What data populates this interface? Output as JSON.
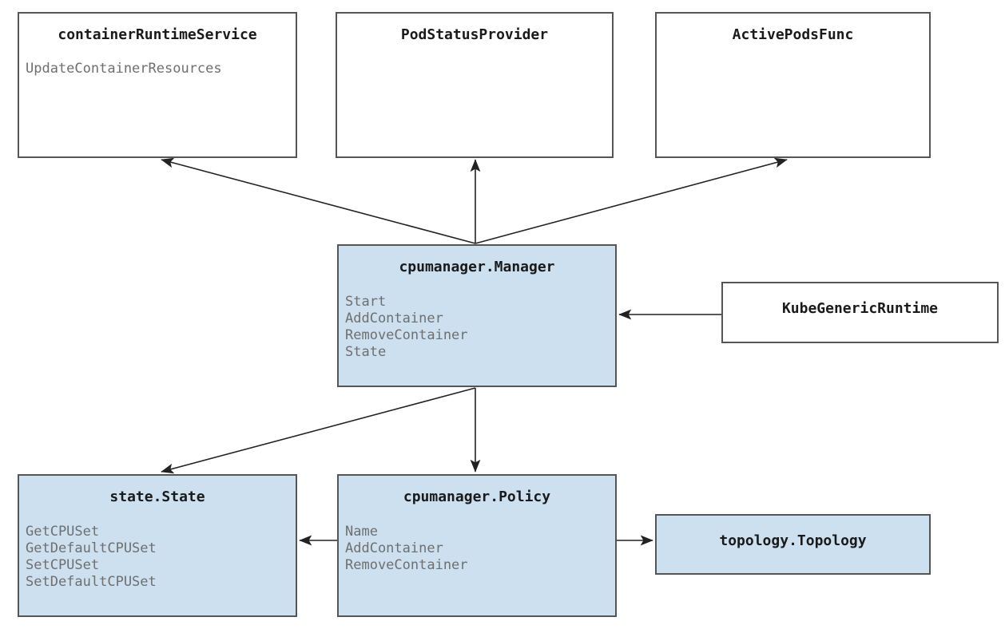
{
  "diagram": {
    "type": "uml-class-diagram",
    "colors": {
      "node_fill_plain": "#ffffff",
      "node_fill_highlight": "#cce0f0",
      "node_border": "#555555",
      "title_text": "#1a1a1a",
      "method_text": "#6f6f6f",
      "arrow": "#333333",
      "canvas": "#ffffff"
    },
    "nodes": [
      {
        "id": "container-runtime-service",
        "title": "containerRuntimeService",
        "methods": [
          "UpdateContainerResources"
        ],
        "highlighted": false
      },
      {
        "id": "pod-status-provider",
        "title": "PodStatusProvider",
        "methods": [],
        "highlighted": false
      },
      {
        "id": "active-pods-func",
        "title": "ActivePodsFunc",
        "methods": [],
        "highlighted": false
      },
      {
        "id": "cpumanager-manager",
        "title": "cpumanager.Manager",
        "methods": [
          "Start",
          "AddContainer",
          "RemoveContainer",
          "State"
        ],
        "highlighted": true
      },
      {
        "id": "kube-generic-runtime",
        "title": "KubeGenericRuntime",
        "methods": [],
        "highlighted": false
      },
      {
        "id": "state-state",
        "title": "state.State",
        "methods": [
          "GetCPUSet",
          "GetDefaultCPUSet",
          "SetCPUSet",
          "SetDefaultCPUSet"
        ],
        "highlighted": true
      },
      {
        "id": "cpumanager-policy",
        "title": "cpumanager.Policy",
        "methods": [
          "Name",
          "AddContainer",
          "RemoveContainer"
        ],
        "highlighted": true
      },
      {
        "id": "topology-topology",
        "title": "topology.Topology",
        "methods": [],
        "highlighted": true
      }
    ],
    "edges": [
      {
        "id": "manager-to-container-runtime-service",
        "from": "cpumanager-manager",
        "to": "container-runtime-service"
      },
      {
        "id": "manager-to-pod-status-provider",
        "from": "cpumanager-manager",
        "to": "pod-status-provider"
      },
      {
        "id": "manager-to-active-pods-func",
        "from": "cpumanager-manager",
        "to": "active-pods-func"
      },
      {
        "id": "kube-generic-runtime-to-manager",
        "from": "kube-generic-runtime",
        "to": "cpumanager-manager"
      },
      {
        "id": "manager-to-state-state",
        "from": "cpumanager-manager",
        "to": "state-state"
      },
      {
        "id": "manager-to-policy",
        "from": "cpumanager-manager",
        "to": "cpumanager-policy"
      },
      {
        "id": "policy-to-state-state",
        "from": "cpumanager-policy",
        "to": "state-state"
      },
      {
        "id": "policy-to-topology",
        "from": "cpumanager-policy",
        "to": "topology-topology"
      }
    ]
  }
}
